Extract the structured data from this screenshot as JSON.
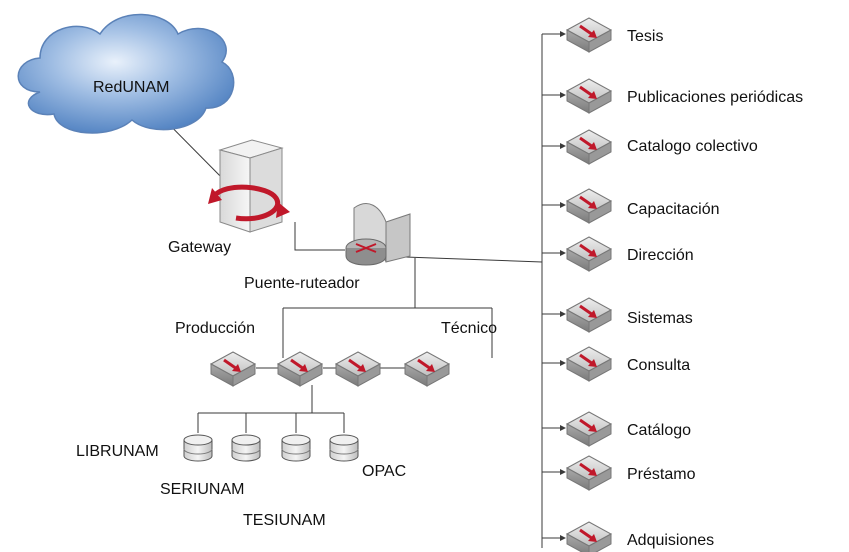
{
  "cloud": {
    "label": "RedUNAM"
  },
  "gateway": {
    "label": "Gateway"
  },
  "router": {
    "label": "Puente-ruteador"
  },
  "groups": {
    "produccion": "Producción",
    "tecnico": "Técnico"
  },
  "databases": [
    "LIBRUNAM",
    "SERIUNAM",
    "TESIUNAM",
    "OPAC"
  ],
  "departments": [
    "Tesis",
    "Publicaciones periódicas",
    "Catalogo colectivo",
    "Capacitación",
    "Dirección",
    "Sistemas",
    "Consulta",
    "Catálogo",
    "Préstamo",
    "Adquisiones"
  ],
  "colors": {
    "cloud": "#5f8fc9",
    "device": "#bdbdbd",
    "arrow": "#c0182a",
    "line": "#3a3a3a"
  }
}
